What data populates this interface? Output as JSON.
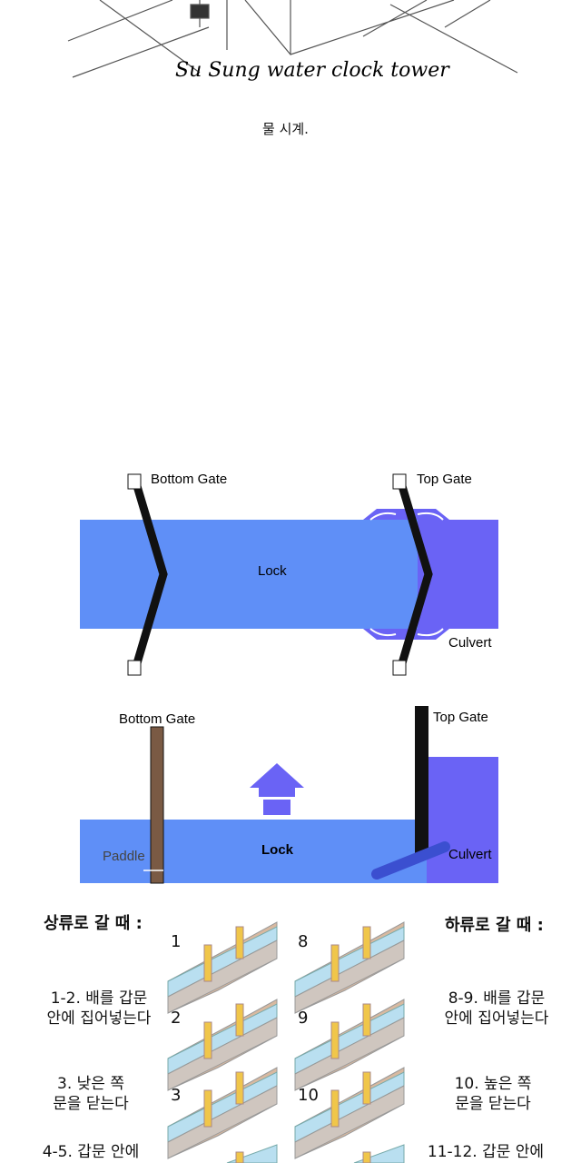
{
  "sketch": {
    "caption": "Su Sung water clock tower"
  },
  "text_caption": "물 시계.",
  "lock_top": {
    "bottom_gate": "Bottom Gate",
    "top_gate": "Top Gate",
    "lock": "Lock",
    "culvert": "Culvert"
  },
  "lock_side": {
    "bottom_gate": "Bottom Gate",
    "top_gate": "Top Gate",
    "lock": "Lock",
    "paddle": "Paddle",
    "culvert": "Culvert"
  },
  "steps": {
    "upstream_title": "상류로 갈 때 :",
    "downstream_title": "하류로 갈 때 :",
    "left": [
      {
        "l1": "1-2. 배를 갑문",
        "l2": "안에 집어넣는다"
      },
      {
        "l1": "3. 낮은 쪽",
        "l2": "문을 닫는다"
      },
      {
        "l1": "4-5. 갑문 안에",
        "l2": ""
      }
    ],
    "right": [
      {
        "l1": "8-9. 배를 갑문",
        "l2": "안에 집어넣는다"
      },
      {
        "l1": "10. 높은 쪽",
        "l2": "문을 닫는다"
      },
      {
        "l1": "11-12. 갑문 안에",
        "l2": ""
      }
    ],
    "numbers_left": [
      "1",
      "2",
      "3"
    ],
    "numbers_right": [
      "8",
      "9",
      "10"
    ]
  },
  "colors": {
    "water": "#5f8ff7",
    "upper_water": "#6a63f5",
    "gate": "#111111",
    "paddle": "#7a5a44"
  }
}
